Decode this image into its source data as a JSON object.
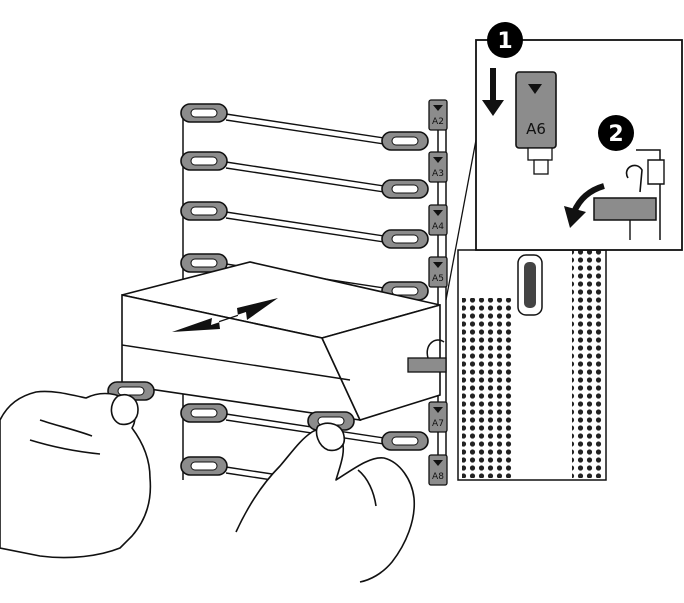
{
  "slot_labels": [
    "A2",
    "A3",
    "A4",
    "A5",
    "A7",
    "A8"
  ],
  "inset": {
    "slot_label": "A6",
    "steps": [
      {
        "number": "1"
      },
      {
        "number": "2"
      }
    ]
  },
  "colors": {
    "line": "#111111",
    "handle_fill": "#8c8c8c",
    "handle_dark": "#555555",
    "step_circle": "#000000",
    "arrow": "#111111",
    "module_face": "#ffffff",
    "grille_hole": "#222222"
  },
  "icons": {
    "push_pull_arrow": "double-arrow",
    "down_arrow": "arrow-down",
    "rotate_arrow": "curved-arrow"
  }
}
